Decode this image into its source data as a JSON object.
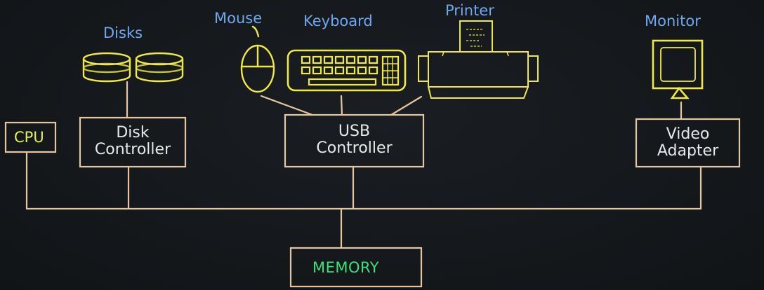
{
  "colors": {
    "background": "#131619",
    "wire": "#e6c6a0",
    "device_outline": "#f0e845",
    "device_label": "#6fa8f0",
    "box_text": "#e8e8e8",
    "cpu_text": "#e4ee58",
    "memory_text": "#3ee07a"
  },
  "devices": {
    "disks": "Disks",
    "mouse": "Mouse",
    "keyboard": "Keyboard",
    "printer": "Printer",
    "monitor": "Monitor"
  },
  "boxes": {
    "cpu": "CPU",
    "disk_controller": {
      "line1": "Disk",
      "line2": "Controller"
    },
    "usb_controller": {
      "line1": "USB",
      "line2": "Controller"
    },
    "video_adapter": {
      "line1": "Video",
      "line2": "Adapter"
    },
    "memory": "MEMORY"
  },
  "icons": [
    "disk-icon",
    "mouse-icon",
    "keyboard-icon",
    "printer-icon",
    "monitor-icon"
  ]
}
